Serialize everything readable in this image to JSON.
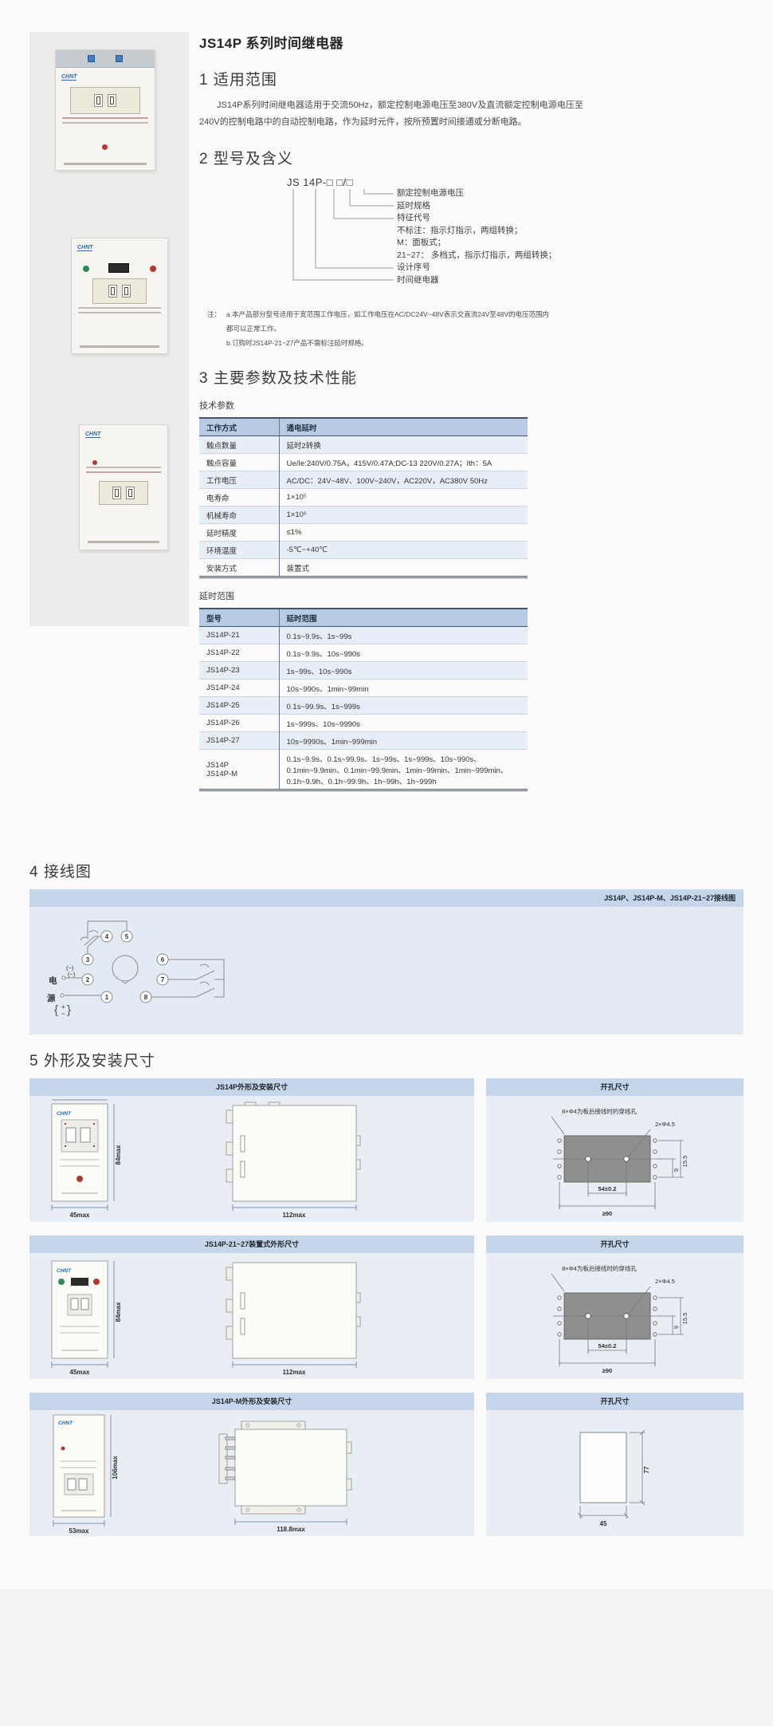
{
  "brand": "CHNT",
  "title": "JS14P 系列时间继电器",
  "s1": {
    "heading": "1 适用范围",
    "body": "JS14P系列时间继电器适用于交流50Hz，额定控制电源电压至380V及直流额定控制电源电压至240V的控制电路中的自动控制电路，作为延时元件，按所预置时间接通或分断电路。"
  },
  "s2": {
    "heading": "2 型号及含义",
    "code": "JS 14P-□ □/□",
    "labels": [
      "额定控制电源电压",
      "延时规格",
      "特征代号",
      "不标注：指示灯指示，两组转换；",
      "M：面板式；",
      "21~27： 多档式，指示灯指示，两组转换；",
      "设计序号",
      "时间继电器"
    ],
    "note_label": "注：",
    "notes": [
      "a.本产品部分型号适用于宽范围工作电压，如工作电压在AC/DC24V~48V表示交直流24V至48V的电压范围内都可以正常工作。",
      "b.订购时JS14P-21~27产品不需标注延时规格。"
    ]
  },
  "s3": {
    "heading": "3 主要参数及技术性能",
    "t1_caption": "技术参数",
    "t1_header": [
      "工作方式",
      "通电延时"
    ],
    "t1_rows": [
      [
        "触点数量",
        "延时2转换"
      ],
      [
        "触点容量",
        "Ue/Ie:240V/0.75A，415V/0.47A;DC-13 220V/0.27A；Ith：5A"
      ],
      [
        "工作电压",
        "AC/DC：24V~48V、100V~240V，AC220V，AC380V 50Hz"
      ],
      [
        "电寿命",
        "1×10⁵"
      ],
      [
        "机械寿命",
        "1×10⁶"
      ],
      [
        "延时精度",
        "≤1%"
      ],
      [
        "环境温度",
        "-5℃~+40℃"
      ],
      [
        "安装方式",
        "装置式"
      ]
    ],
    "t2_caption": "延时范围",
    "t2_header": [
      "型号",
      "延时范围"
    ],
    "t2_rows": [
      [
        "JS14P-21",
        "0.1s~9.9s、1s~99s"
      ],
      [
        "JS14P-22",
        "0.1s~9.9s、10s~990s"
      ],
      [
        "JS14P-23",
        "1s~99s、10s~990s"
      ],
      [
        "JS14P-24",
        "10s~990s、1min~99min"
      ],
      [
        "JS14P-25",
        "0.1s~99.9s、1s~999s"
      ],
      [
        "JS14P-26",
        "1s~999s、10s~9990s"
      ],
      [
        "JS14P-27",
        "10s~9990s、1min~999min"
      ],
      [
        "JS14P\nJS14P-M",
        "0.1s~9.9s、0.1s~99.9s、1s~99s、1s~999s、10s~990s、0.1min~9.9min、0.1min~99.9min、1min~99min、1min~999min、0.1h~9.9h、0.1h~99.9h、1h~99h、1h~999h"
      ]
    ]
  },
  "s4": {
    "heading": "4 接线图",
    "banner": "JS14P、JS14P-M、JS14P-21~27接线图",
    "power_char1": "电",
    "power_char2": "源",
    "neg": "(−)",
    "tilde": "(~)",
    "plus": "+",
    "tilde2": "~",
    "terminals": [
      "1",
      "2",
      "3",
      "4",
      "5",
      "6",
      "7",
      "8"
    ]
  },
  "s5": {
    "heading": "5 外形及安装尺寸",
    "row1": {
      "left_banner": "JS14P外形及安装尺寸",
      "right_banner": "开孔尺寸",
      "front_w": "45max",
      "front_h": "84max",
      "depth": "112max",
      "hole_note": "8×Φ4为板后接线时的穿线孔",
      "hole_note2": "2×Φ4.5",
      "dim_pitch": "54±0.2",
      "dim_min": "≥90",
      "dim_v1": "15.5",
      "dim_v2": "9"
    },
    "row2": {
      "left_banner": "JS14P-21~27装置式外形尺寸",
      "right_banner": "开孔尺寸",
      "front_w": "45max",
      "front_h": "84max",
      "depth": "112max",
      "hole_note": "8×Φ4为板后接线时的穿线孔",
      "hole_note2": "2×Φ4.5",
      "dim_pitch": "54±0.2",
      "dim_min": "≥90",
      "dim_v1": "15.5",
      "dim_v2": "9"
    },
    "row3": {
      "left_banner": "JS14P-M外形及安装尺寸",
      "right_banner": "开孔尺寸",
      "front_w": "53max",
      "front_h": "106max",
      "depth": "118.8max",
      "cut_h": "77",
      "cut_w": "45"
    }
  }
}
